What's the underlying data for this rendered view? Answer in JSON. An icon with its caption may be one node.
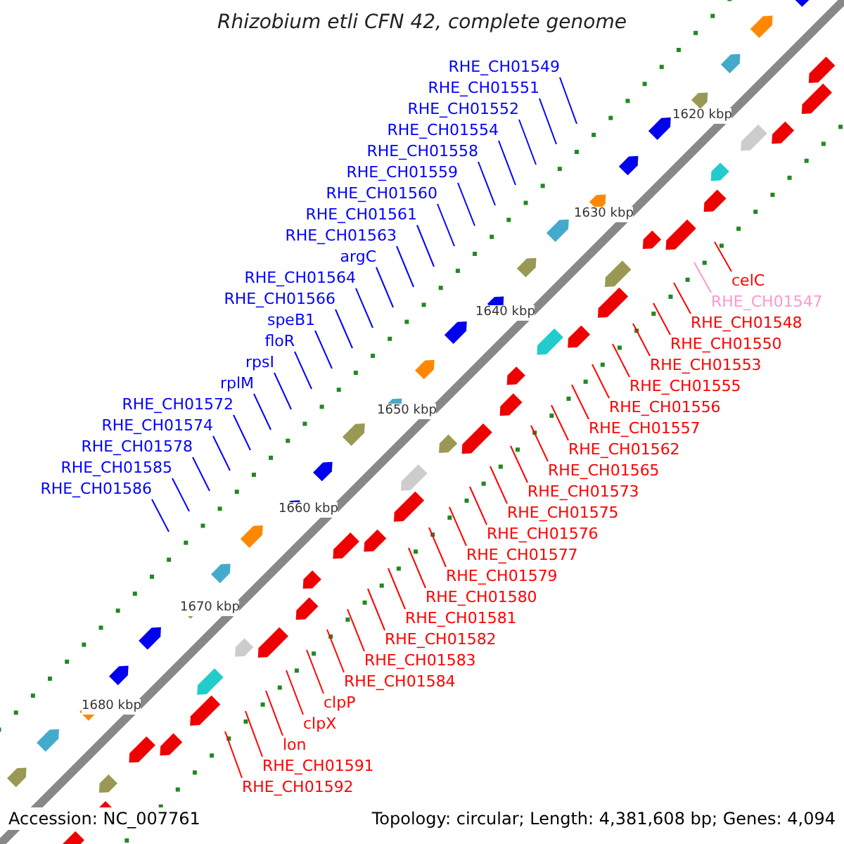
{
  "diagram": {
    "title": "Rhizobium etli CFN 42, complete genome",
    "nodes": [
      {
        "text": [
          "RHE_CH01549"
        ]
      },
      {
        "text": [
          "RHE_CH01551"
        ]
      },
      {
        "text": [
          "RHE_CH01552"
        ]
      },
      {
        "text": [
          "RHE_CH01554"
        ]
      },
      {
        "text": [
          "RHE_CH01558"
        ]
      },
      {
        "text": [
          "RHE_CH01559"
        ]
      },
      {
        "text": [
          "RHE_CH01560"
        ]
      },
      {
        "text": [
          "RHE_CH01561"
        ]
      },
      {
        "text": [
          "RHE_CH01563"
        ]
      },
      {
        "text": [
          "argC"
        ]
      },
      {
        "text": [
          "RHE_CH01564"
        ]
      },
      {
        "text": [
          "RHE_CH01566"
        ]
      },
      {
        "text": [
          "speB1"
        ]
      },
      {
        "text": [
          "floR"
        ]
      },
      {
        "text": [
          "rpsI"
        ]
      },
      {
        "text": [
          "rplM"
        ]
      },
      {
        "text": [
          "RHE_CH01572"
        ]
      },
      {
        "text": [
          "RHE_CH01574"
        ]
      },
      {
        "text": [
          "RHE_CH01578"
        ]
      },
      {
        "text": [
          "RHE_CH01585"
        ]
      },
      {
        "text": [
          "RHE_CH01586"
        ]
      },
      {
        "text": [
          "celC"
        ]
      },
      {
        "text": [
          "RHE_CH01547"
        ]
      },
      {
        "text": [
          "RHE_CH01548"
        ]
      },
      {
        "text": [
          "RHE_CH01550"
        ]
      },
      {
        "text": [
          "RHE_CH01553"
        ]
      },
      {
        "text": [
          "RHE_CH01555"
        ]
      },
      {
        "text": [
          "RHE_CH01556"
        ]
      },
      {
        "text": [
          "RHE_CH01557"
        ]
      },
      {
        "text": [
          "RHE_CH01562"
        ]
      },
      {
        "text": [
          "RHE_CH01565"
        ]
      },
      {
        "text": [
          "RHE_CH01573"
        ]
      },
      {
        "text": [
          "RHE_CH01575"
        ]
      },
      {
        "text": [
          "RHE_CH01576"
        ]
      },
      {
        "text": [
          "RHE_CH01577"
        ]
      },
      {
        "text": [
          "RHE_CH01579"
        ]
      },
      {
        "text": [
          "RHE_CH01580"
        ]
      },
      {
        "text": [
          "RHE_CH01581"
        ]
      },
      {
        "text": [
          "RHE_CH01582"
        ]
      },
      {
        "text": [
          "RHE_CH01583"
        ]
      },
      {
        "text": [
          "RHE_CH01584"
        ]
      },
      {
        "text": [
          "clpP"
        ]
      },
      {
        "text": [
          "clpX"
        ]
      },
      {
        "text": [
          "lon"
        ]
      },
      {
        "text": [
          "RHE_CH01591"
        ]
      },
      {
        "text": [
          "RHE_CH01592"
        ]
      }
    ],
    "edges": [
      {
        "from": 0,
        "to": null,
        "arrow": "none",
        "color": "#0000ff"
      },
      {
        "from": 1,
        "to": null,
        "arrow": "none",
        "color": "#0000ff"
      },
      {
        "from": 2,
        "to": null,
        "arrow": "none",
        "color": "#0000ff"
      },
      {
        "from": 3,
        "to": null,
        "arrow": "none",
        "color": "#0000ff"
      },
      {
        "from": 4,
        "to": null,
        "arrow": "none",
        "color": "#0000ff"
      },
      {
        "from": 5,
        "to": null,
        "arrow": "none",
        "color": "#0000ff"
      },
      {
        "from": 6,
        "to": null,
        "arrow": "none",
        "color": "#0000ff"
      },
      {
        "from": 7,
        "to": null,
        "arrow": "none",
        "color": "#0000ff"
      },
      {
        "from": 8,
        "to": null,
        "arrow": "none",
        "color": "#0000ff"
      },
      {
        "from": 9,
        "to": null,
        "arrow": "none",
        "color": "#0000ff"
      },
      {
        "from": 10,
        "to": null,
        "arrow": "none",
        "color": "#0000ff"
      },
      {
        "from": 11,
        "to": null,
        "arrow": "none",
        "color": "#0000ff"
      },
      {
        "from": 12,
        "to": null,
        "arrow": "none",
        "color": "#0000ff"
      },
      {
        "from": 13,
        "to": null,
        "arrow": "none",
        "color": "#0000ff"
      },
      {
        "from": 14,
        "to": null,
        "arrow": "none",
        "color": "#0000ff"
      },
      {
        "from": 15,
        "to": null,
        "arrow": "none",
        "color": "#0000ff"
      },
      {
        "from": 16,
        "to": null,
        "arrow": "none",
        "color": "#0000ff"
      },
      {
        "from": 17,
        "to": null,
        "arrow": "none",
        "color": "#0000ff"
      },
      {
        "from": 18,
        "to": null,
        "arrow": "none",
        "color": "#0000ff"
      },
      {
        "from": 19,
        "to": null,
        "arrow": "none",
        "color": "#0000ff"
      },
      {
        "from": 20,
        "to": null,
        "arrow": "none",
        "color": "#0000ff"
      },
      {
        "from": 21,
        "to": null,
        "arrow": "none"
      },
      {
        "from": 22,
        "to": null,
        "arrow": "none",
        "color": "#ff99cc"
      },
      {
        "from": 23,
        "to": null,
        "arrow": "none"
      },
      {
        "from": 24,
        "to": null,
        "arrow": "none"
      },
      {
        "from": 25,
        "to": null,
        "arrow": "none"
      },
      {
        "from": 26,
        "to": null,
        "arrow": "none"
      },
      {
        "from": 27,
        "to": null,
        "arrow": "none"
      },
      {
        "from": 28,
        "to": null,
        "arrow": "none"
      },
      {
        "from": 29,
        "to": null,
        "arrow": "none"
      },
      {
        "from": 30,
        "to": null,
        "arrow": "none"
      },
      {
        "from": 31,
        "to": null,
        "arrow": "none"
      },
      {
        "from": 32,
        "to": null,
        "arrow": "none"
      },
      {
        "from": 33,
        "to": null,
        "arrow": "none"
      },
      {
        "from": 34,
        "to": null,
        "arrow": "none"
      },
      {
        "from": 35,
        "to": null,
        "arrow": "none"
      },
      {
        "from": 36,
        "to": null,
        "arrow": "none"
      },
      {
        "from": 37,
        "to": null,
        "arrow": "none"
      },
      {
        "from": 38,
        "to": null,
        "arrow": "none"
      },
      {
        "from": 39,
        "to": null,
        "arrow": "none"
      },
      {
        "from": 40,
        "to": null,
        "arrow": "none"
      },
      {
        "from": 41,
        "to": null,
        "arrow": "none"
      },
      {
        "from": 42,
        "to": null,
        "arrow": "none"
      },
      {
        "from": 43,
        "to": null,
        "arrow": "none"
      },
      {
        "from": 44,
        "to": null,
        "arrow": "none"
      },
      {
        "from": 45,
        "to": null,
        "arrow": "none"
      }
    ],
    "labels": [
      "1620 kbp",
      "1630 kbp",
      "1640 kbp",
      "1650 kbp",
      "1660 kbp",
      "1670 kbp",
      "1680 kbp",
      "Accession: NC_007761",
      "Topology: circular; Length: 4,381,608 bp; Genes: 4,094"
    ]
  }
}
